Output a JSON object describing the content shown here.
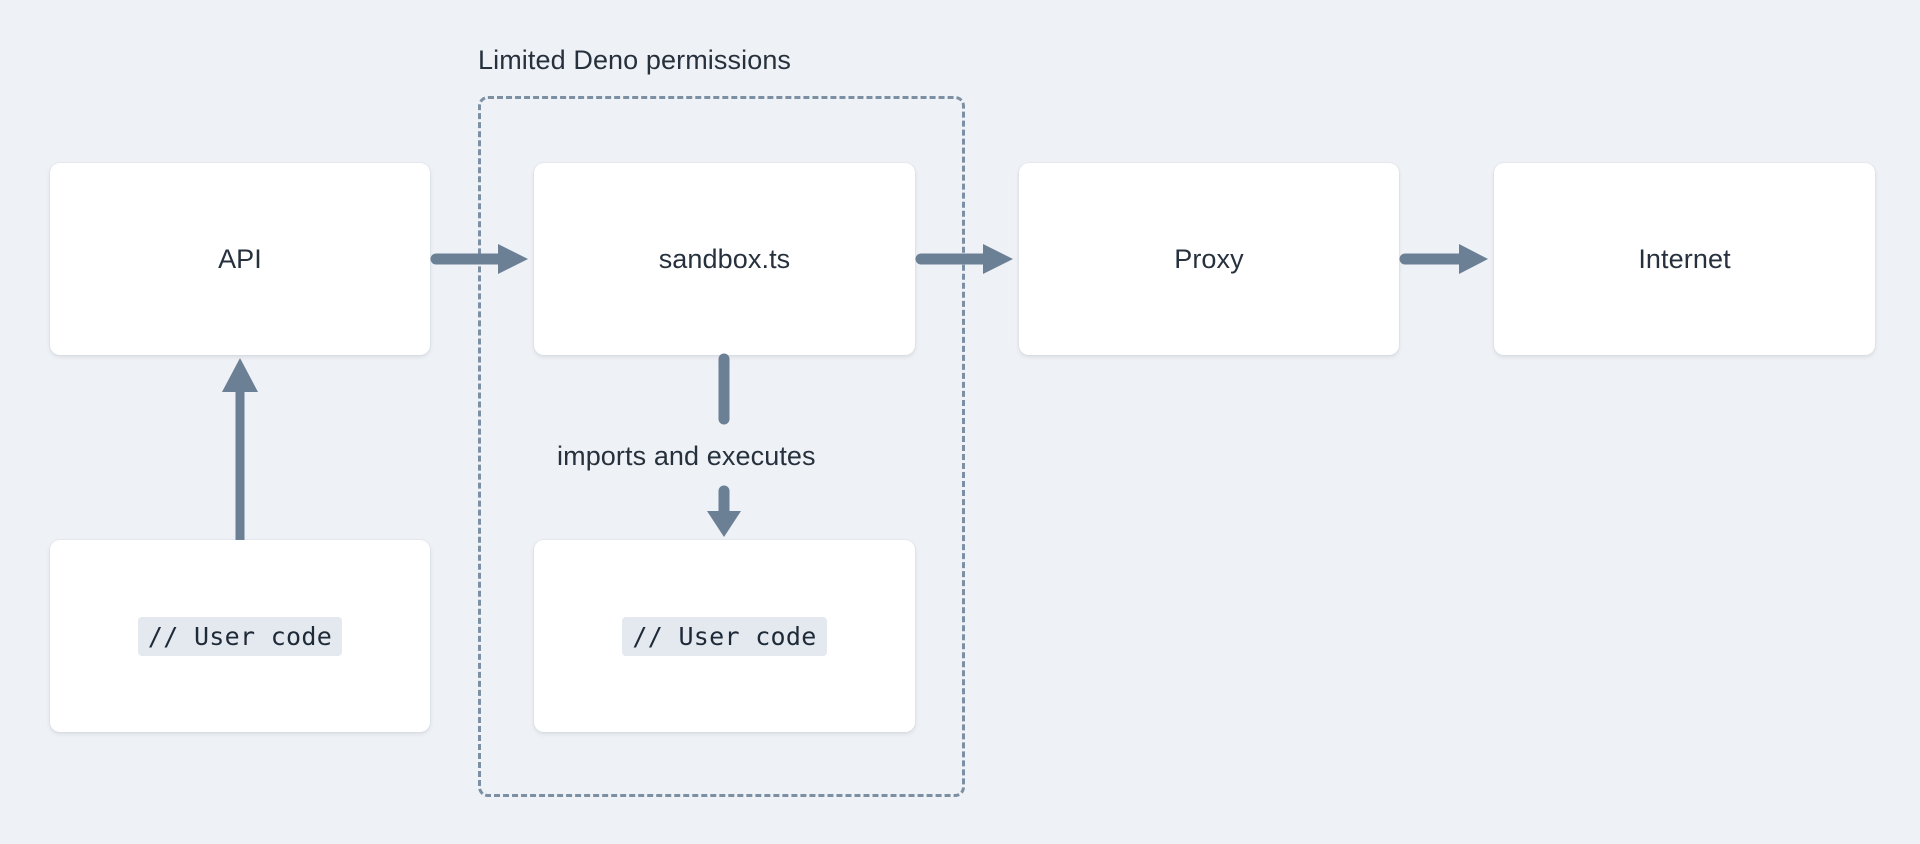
{
  "diagram": {
    "title_group": "Limited Deno permissions",
    "background_color": "#eef1f5",
    "node_fill": "#ffffff",
    "text_color": "#27313d",
    "arrow_color": "#6b7f95",
    "dash_color": "#7c8fa3",
    "code_chip_bg": "#e4e9ef"
  },
  "nodes": {
    "api": "API",
    "sandbox": "sandbox.ts",
    "proxy": "Proxy",
    "internet": "Internet",
    "user_code_outer": "// User code",
    "user_code_inner": "// User code"
  },
  "edges": {
    "api_to_sandbox": "",
    "sandbox_to_proxy": "",
    "proxy_to_internet": "",
    "usercode_to_api": "",
    "imports_and_executes": "imports and executes"
  }
}
